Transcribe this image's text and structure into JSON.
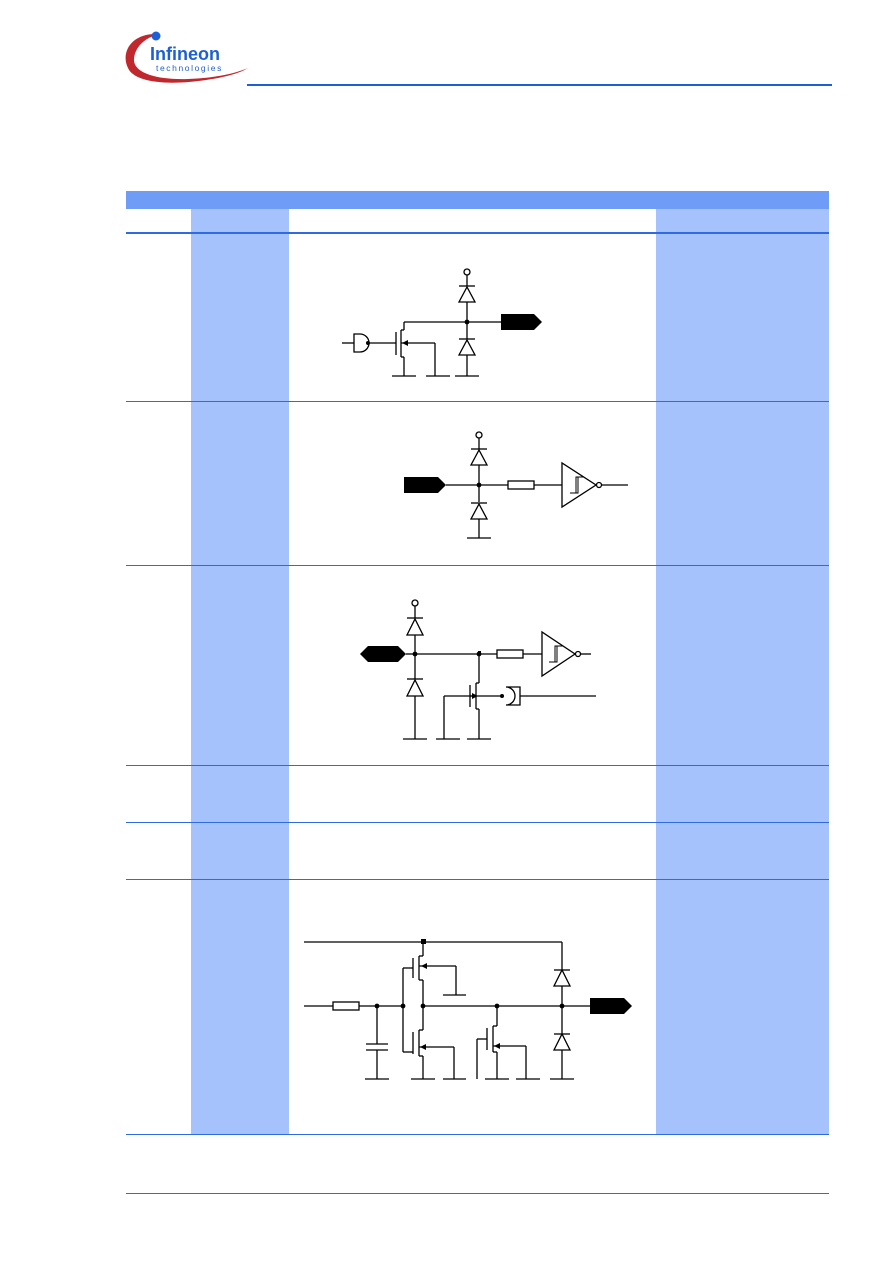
{
  "header": {
    "logo": {
      "name": "infineon-logo",
      "wordmark": "Infineon",
      "tagline": "technologies",
      "brand_color": "#1f5fd6",
      "swoosh_color": "#c0282d"
    },
    "rule_color": "#1f5fd6"
  },
  "table": {
    "header_bar_color": "#6e9cf6",
    "column_shade_color": "#a6c2fd",
    "row_rule_color": "#2f6ae0",
    "rows": [
      {
        "name": "row-1",
        "diagram": "open-drain-output-circuit"
      },
      {
        "name": "row-2",
        "diagram": "schmitt-input-circuit"
      },
      {
        "name": "row-3",
        "diagram": "bidirectional-io-circuit"
      },
      {
        "name": "row-4",
        "diagram": ""
      },
      {
        "name": "row-5",
        "diagram": ""
      },
      {
        "name": "row-6",
        "diagram": "push-pull-output-circuit"
      }
    ]
  }
}
